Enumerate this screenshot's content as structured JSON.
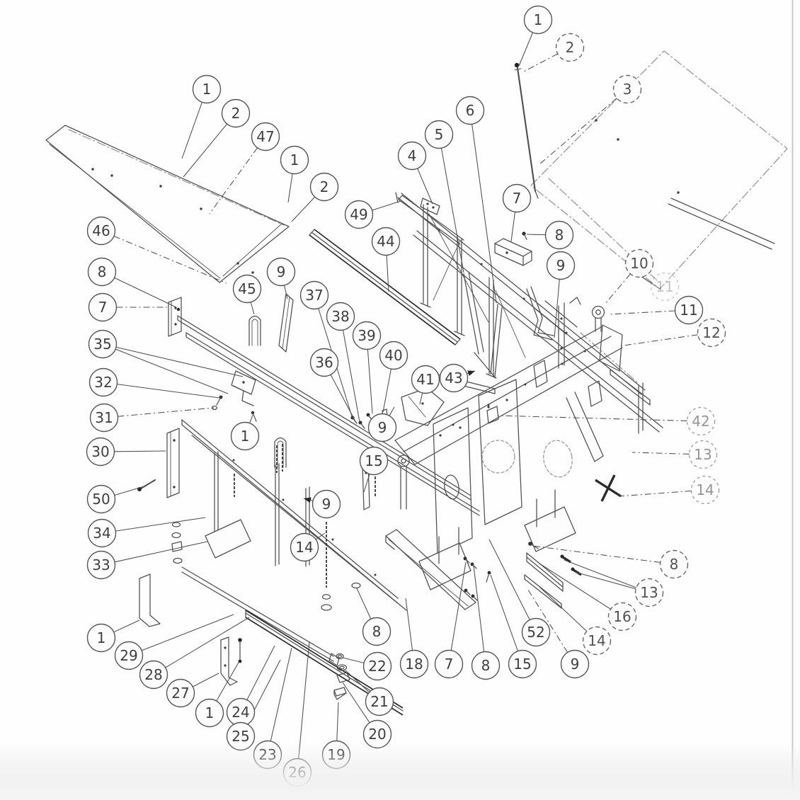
{
  "figure": {
    "kind": "exploded-parts-diagram",
    "visible_text": "numbered callout balloons only"
  },
  "page": {
    "background": "#fefefe",
    "line_color": "#4f4f4f",
    "hardware_color": "#262626",
    "border_color": "#c9c9c9",
    "fade_band_color": "#f5f5f5",
    "balloon_fill": "#fdfdfd",
    "balloon_stroke": "#565656",
    "balloon_text_color": "#3f3f3f",
    "balloon_radius": 19.5
  },
  "balloons_format": [
    "label",
    "x",
    "y",
    "style(s=solid,d=dashed,f=faint,g=ghost)"
  ],
  "balloons": [
    [
      "1",
      760,
      28,
      "s"
    ],
    [
      "2",
      805,
      67,
      "d"
    ],
    [
      "3",
      886,
      126,
      "d"
    ],
    [
      "7",
      730,
      280,
      "s"
    ],
    [
      "8",
      790,
      332,
      "s"
    ],
    [
      "9",
      792,
      375,
      "s"
    ],
    [
      "4",
      582,
      220,
      "s"
    ],
    [
      "5",
      620,
      190,
      "s"
    ],
    [
      "6",
      664,
      156,
      "s"
    ],
    [
      "49",
      507,
      303,
      "s"
    ],
    [
      "44",
      545,
      341,
      "s"
    ],
    [
      "1",
      292,
      126,
      "s"
    ],
    [
      "2",
      333,
      160,
      "s"
    ],
    [
      "47",
      375,
      193,
      "s"
    ],
    [
      "1",
      416,
      226,
      "s"
    ],
    [
      "2",
      458,
      264,
      "s"
    ],
    [
      "46",
      143,
      326,
      "s"
    ],
    [
      "8",
      144,
      384,
      "s"
    ],
    [
      "7",
      145,
      434,
      "s"
    ],
    [
      "35",
      145,
      486,
      "s"
    ],
    [
      "32",
      146,
      540,
      "s"
    ],
    [
      "31",
      147,
      590,
      "s"
    ],
    [
      "30",
      142,
      638,
      "s"
    ],
    [
      "50",
      143,
      705,
      "s"
    ],
    [
      "34",
      144,
      753,
      "s"
    ],
    [
      "33",
      143,
      798,
      "s"
    ],
    [
      "45",
      349,
      408,
      "s"
    ],
    [
      "9",
      397,
      384,
      "s"
    ],
    [
      "37",
      444,
      417,
      "s"
    ],
    [
      "38",
      481,
      447,
      "s"
    ],
    [
      "39",
      518,
      474,
      "s"
    ],
    [
      "40",
      556,
      502,
      "s"
    ],
    [
      "36",
      458,
      512,
      "s"
    ],
    [
      "41",
      601,
      536,
      "s"
    ],
    [
      "43",
      641,
      534,
      "s"
    ],
    [
      "1",
      346,
      616,
      "s"
    ],
    [
      "9",
      540,
      604,
      "s"
    ],
    [
      "15",
      528,
      651,
      "s"
    ],
    [
      "9",
      461,
      712,
      "s"
    ],
    [
      "14",
      430,
      773,
      "s"
    ],
    [
      "8",
      532,
      892,
      "s"
    ],
    [
      "10",
      903,
      372,
      "d"
    ],
    [
      "11",
      939,
      405,
      "g"
    ],
    [
      "11",
      973,
      438,
      "s"
    ],
    [
      "12",
      1005,
      470,
      "d"
    ],
    [
      "42",
      990,
      595,
      "f"
    ],
    [
      "13",
      993,
      642,
      "f"
    ],
    [
      "14",
      996,
      692,
      "f"
    ],
    [
      "1",
      143,
      901,
      "s"
    ],
    [
      "29",
      182,
      926,
      "s"
    ],
    [
      "28",
      217,
      953,
      "s"
    ],
    [
      "27",
      255,
      979,
      "s"
    ],
    [
      "1",
      296,
      1007,
      "s"
    ],
    [
      "24",
      340,
      1006,
      "s"
    ],
    [
      "25",
      340,
      1040,
      "s"
    ],
    [
      "23",
      378,
      1066,
      "s"
    ],
    [
      "26",
      420,
      1091,
      "s"
    ],
    [
      "19",
      475,
      1066,
      "s"
    ],
    [
      "20",
      533,
      1037,
      "s"
    ],
    [
      "21",
      536,
      991,
      "s"
    ],
    [
      "22",
      533,
      941,
      "s"
    ],
    [
      "18",
      585,
      938,
      "s"
    ],
    [
      "7",
      634,
      938,
      "s"
    ],
    [
      "8",
      686,
      940,
      "s"
    ],
    [
      "15",
      738,
      938,
      "s"
    ],
    [
      "52",
      757,
      893,
      "s"
    ],
    [
      "9",
      812,
      938,
      "s"
    ],
    [
      "14",
      843,
      905,
      "d"
    ],
    [
      "16",
      879,
      871,
      "d"
    ],
    [
      "13",
      917,
      837,
      "d"
    ],
    [
      "8",
      952,
      797,
      "d"
    ]
  ],
  "leaders_format": [
    "balloon_x",
    "balloon_y",
    "target_x",
    "target_y",
    "style(s=solid,d=dash-dot)",
    "arrow(0|1)"
  ],
  "leaders": [
    [
      760,
      28,
      733,
      93,
      "s",
      0
    ],
    [
      805,
      67,
      740,
      101,
      "d",
      0
    ],
    [
      886,
      126,
      762,
      232,
      "d",
      0
    ],
    [
      730,
      280,
      722,
      341,
      "s",
      0
    ],
    [
      790,
      332,
      744,
      331,
      "s",
      0
    ],
    [
      792,
      375,
      783,
      477,
      "s",
      0
    ],
    [
      903,
      372,
      854,
      430,
      "d",
      0
    ],
    [
      973,
      438,
      860,
      444,
      "d",
      0
    ],
    [
      1005,
      470,
      874,
      489,
      "d",
      0
    ],
    [
      990,
      595,
      703,
      587,
      "d",
      0
    ],
    [
      993,
      642,
      893,
      639,
      "d",
      0
    ],
    [
      996,
      692,
      874,
      701,
      "d",
      0
    ],
    [
      292,
      126,
      257,
      224,
      "s",
      0
    ],
    [
      333,
      160,
      259,
      250,
      "s",
      0
    ],
    [
      375,
      193,
      296,
      302,
      "d",
      0
    ],
    [
      416,
      226,
      407,
      286,
      "s",
      0
    ],
    [
      458,
      264,
      412,
      313,
      "s",
      0
    ],
    [
      143,
      326,
      320,
      400,
      "d",
      0
    ],
    [
      144,
      384,
      249,
      434,
      "s",
      0
    ],
    [
      145,
      434,
      236,
      434,
      "d",
      0
    ],
    [
      145,
      486,
      343,
      532,
      "s",
      0
    ],
    [
      145,
      486,
      322,
      556,
      "s",
      0
    ],
    [
      146,
      540,
      310,
      562,
      "s",
      0
    ],
    [
      147,
      590,
      302,
      576,
      "d",
      0
    ],
    [
      142,
      638,
      234,
      637,
      "s",
      0
    ],
    [
      143,
      705,
      207,
      686,
      "s",
      0
    ],
    [
      144,
      753,
      290,
      731,
      "s",
      0
    ],
    [
      143,
      798,
      293,
      765,
      "s",
      0
    ],
    [
      507,
      303,
      566,
      284,
      "s",
      0
    ],
    [
      545,
      341,
      549,
      412,
      "s",
      0
    ],
    [
      582,
      220,
      611,
      288,
      "s",
      0
    ],
    [
      620,
      190,
      655,
      385,
      "s",
      0
    ],
    [
      664,
      156,
      701,
      428,
      "s",
      0
    ],
    [
      349,
      408,
      359,
      444,
      "s",
      0
    ],
    [
      397,
      384,
      406,
      422,
      "s",
      0
    ],
    [
      444,
      417,
      497,
      588,
      "s",
      0
    ],
    [
      481,
      447,
      508,
      596,
      "s",
      0
    ],
    [
      518,
      474,
      526,
      584,
      "s",
      0
    ],
    [
      556,
      502,
      541,
      582,
      "s",
      0
    ],
    [
      458,
      512,
      503,
      597,
      "s",
      0
    ],
    [
      601,
      536,
      593,
      571,
      "s",
      0
    ],
    [
      641,
      534,
      671,
      524,
      "s",
      1
    ],
    [
      346,
      616,
      357,
      586,
      "s",
      0
    ],
    [
      540,
      604,
      557,
      575,
      "s",
      0
    ],
    [
      528,
      651,
      514,
      695,
      "s",
      0
    ],
    [
      461,
      712,
      429,
      704,
      "s",
      1
    ],
    [
      430,
      773,
      459,
      753,
      "s",
      0
    ],
    [
      532,
      892,
      504,
      831,
      "s",
      0
    ],
    [
      143,
      901,
      197,
      876,
      "s",
      0
    ],
    [
      182,
      926,
      330,
      868,
      "s",
      0
    ],
    [
      217,
      953,
      352,
      872,
      "s",
      0
    ],
    [
      255,
      979,
      309,
      951,
      "s",
      0
    ],
    [
      296,
      1007,
      338,
      934,
      "s",
      0
    ],
    [
      340,
      1006,
      388,
      912,
      "s",
      0
    ],
    [
      340,
      1040,
      396,
      932,
      "s",
      0
    ],
    [
      378,
      1066,
      412,
      915,
      "s",
      0
    ],
    [
      420,
      1091,
      437,
      906,
      "s",
      0
    ],
    [
      475,
      1066,
      478,
      992,
      "s",
      0
    ],
    [
      533,
      1037,
      484,
      964,
      "s",
      0
    ],
    [
      536,
      991,
      488,
      947,
      "s",
      0
    ],
    [
      533,
      941,
      484,
      929,
      "s",
      0
    ],
    [
      585,
      938,
      573,
      845,
      "s",
      0
    ],
    [
      634,
      938,
      658,
      794,
      "s",
      0
    ],
    [
      686,
      940,
      669,
      799,
      "s",
      0
    ],
    [
      738,
      938,
      693,
      812,
      "s",
      0
    ],
    [
      757,
      893,
      691,
      762,
      "s",
      0
    ],
    [
      812,
      938,
      744,
      830,
      "d",
      0
    ],
    [
      843,
      905,
      762,
      829,
      "s",
      0
    ],
    [
      879,
      871,
      762,
      796,
      "s",
      0
    ],
    [
      917,
      837,
      797,
      791,
      "s",
      0
    ],
    [
      917,
      837,
      812,
      808,
      "s",
      0
    ],
    [
      952,
      797,
      752,
      771,
      "d",
      0
    ]
  ]
}
